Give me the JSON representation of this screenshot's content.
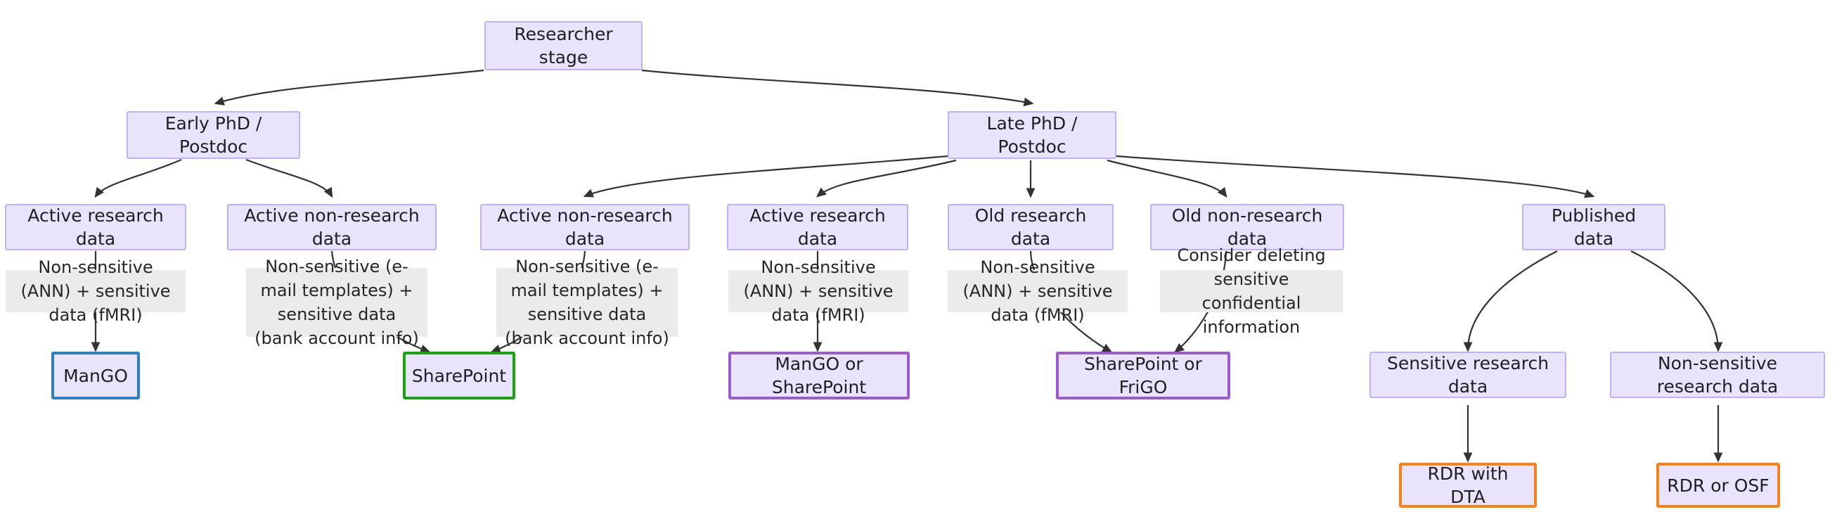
{
  "diagram": {
    "type": "flowchart",
    "title": "Researcher data storage decision flowchart",
    "orientation": "top-down",
    "colors": {
      "node_fill": "#e9e4fb",
      "node_border": "#c2b0f5",
      "label_fill": "#ebebeb",
      "edge": "#333333",
      "accent_blue": "#2a7fc9",
      "accent_green": "#16a50f",
      "accent_purple": "#9b59d0",
      "accent_orange": "#f78318",
      "text": "#1f1f22",
      "background": "#ffffff"
    }
  },
  "nodes": {
    "root": {
      "label": "Researcher stage"
    },
    "early_phd": {
      "label": "Early PhD / Postdoc"
    },
    "late_phd": {
      "label": "Late PhD / Postdoc"
    },
    "early_active_research": {
      "label": "Active research data"
    },
    "early_active_nonresearch": {
      "label": "Active non-research data"
    },
    "late_active_nonresearch": {
      "label": "Active non-research data"
    },
    "late_active_research": {
      "label": "Active research data"
    },
    "late_old_research": {
      "label": "Old research data"
    },
    "late_old_nonresearch": {
      "label": "Old non-research data"
    },
    "published": {
      "label": "Published data"
    },
    "sensitive_research": {
      "label": "Sensitive research data"
    },
    "nonsensitive_research": {
      "label": "Non-sensitive research data"
    },
    "mango": {
      "label": "ManGO"
    },
    "sharepoint": {
      "label": "SharePoint"
    },
    "mango_or_sharepoint": {
      "label": "ManGO or SharePoint"
    },
    "sharepoint_or_frigo": {
      "label": "SharePoint or FriGO"
    },
    "rdr_with_dta": {
      "label": "RDR with DTA"
    },
    "rdr_or_osf": {
      "label": "RDR or OSF"
    }
  },
  "edge_labels": {
    "label_ann_fmri_1": "Non-sensitive (ANN) + sensitive data (fMRI)",
    "label_email_bank_1": "Non-sensitive (e-mail templates) + sensitive data (bank account info)",
    "label_email_bank_2": "Non-sensitive (e-mail templates) + sensitive data (bank account info)",
    "label_ann_fmri_2": "Non-sensitive (ANN) + sensitive data (fMRI)",
    "label_ann_fmri_3": "Non-sensitive (ANN) + sensitive data (fMRI)",
    "label_consider_delete": "Consider deleting sensitive confidential information"
  },
  "edges": [
    {
      "from": "root",
      "to": "early_phd"
    },
    {
      "from": "root",
      "to": "late_phd"
    },
    {
      "from": "early_phd",
      "to": "early_active_research"
    },
    {
      "from": "early_phd",
      "to": "early_active_nonresearch"
    },
    {
      "from": "late_phd",
      "to": "late_active_nonresearch"
    },
    {
      "from": "late_phd",
      "to": "late_active_research"
    },
    {
      "from": "late_phd",
      "to": "late_old_research"
    },
    {
      "from": "late_phd",
      "to": "late_old_nonresearch"
    },
    {
      "from": "late_phd",
      "to": "published"
    },
    {
      "from": "early_active_research",
      "to": "mango",
      "label": "label_ann_fmri_1"
    },
    {
      "from": "early_active_nonresearch",
      "to": "sharepoint",
      "label": "label_email_bank_1"
    },
    {
      "from": "late_active_nonresearch",
      "to": "sharepoint",
      "label": "label_email_bank_2"
    },
    {
      "from": "late_active_research",
      "to": "mango_or_sharepoint",
      "label": "label_ann_fmri_2"
    },
    {
      "from": "late_old_research",
      "to": "sharepoint_or_frigo",
      "label": "label_ann_fmri_3"
    },
    {
      "from": "late_old_nonresearch",
      "to": "sharepoint_or_frigo",
      "label": "label_consider_delete"
    },
    {
      "from": "published",
      "to": "sensitive_research"
    },
    {
      "from": "published",
      "to": "nonsensitive_research"
    },
    {
      "from": "sensitive_research",
      "to": "rdr_with_dta"
    },
    {
      "from": "nonsensitive_research",
      "to": "rdr_or_osf"
    }
  ]
}
